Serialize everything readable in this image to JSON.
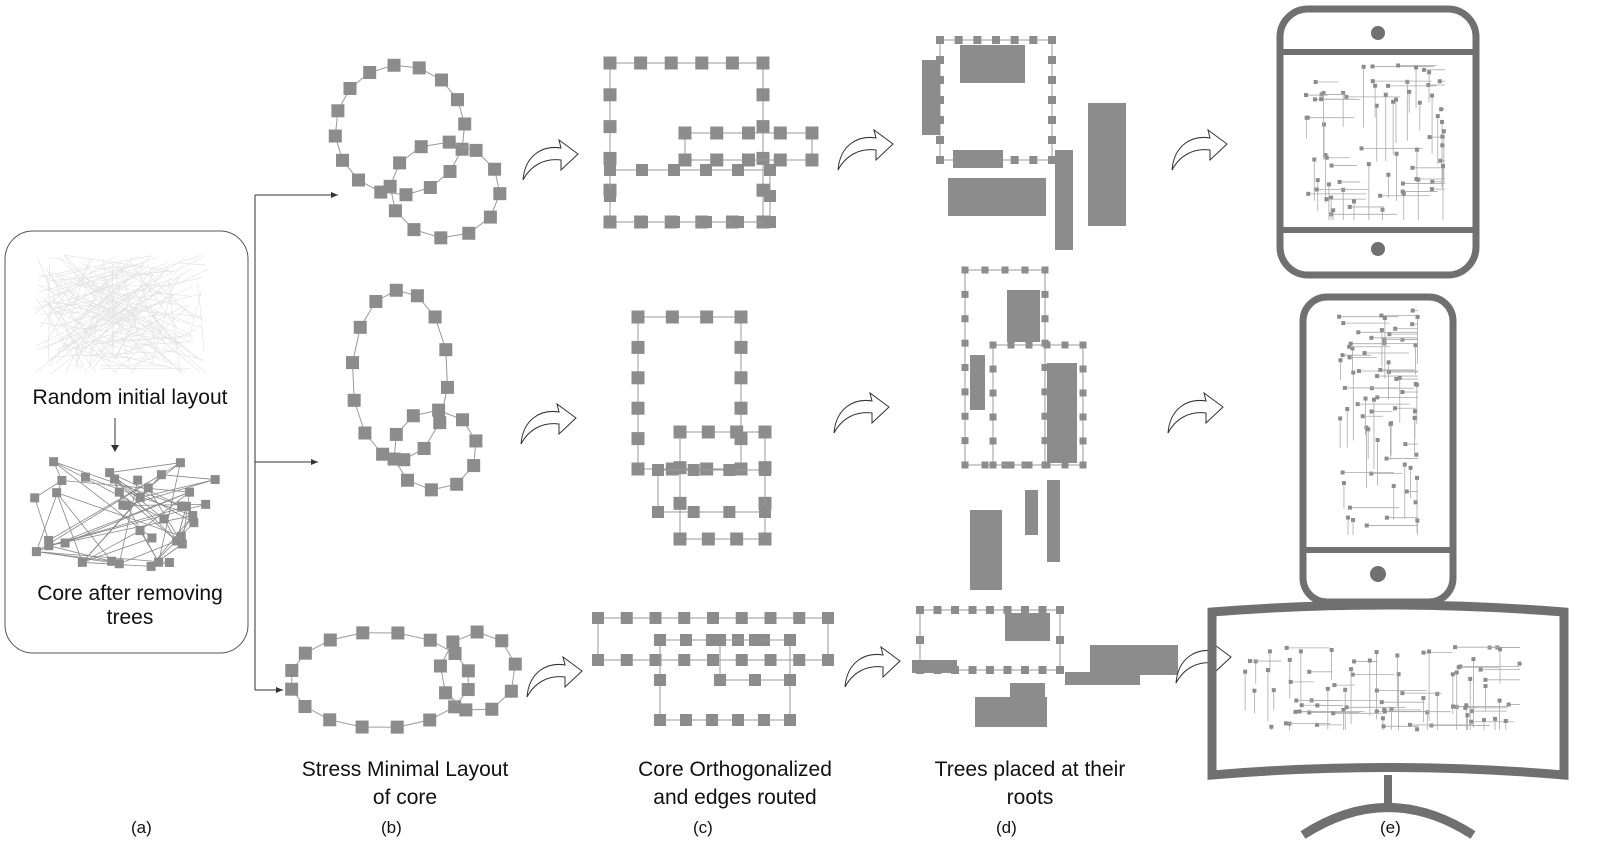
{
  "panel_a": {
    "random_label": "Random initial layout",
    "core_label_line1": "Core after removing",
    "core_label_line2": "trees"
  },
  "captions": {
    "b_line1": "Stress Minimal Layout",
    "b_line2": "of core",
    "c_line1": "Core Orthogonalized",
    "c_line2": "and edges routed",
    "d_line1": "Trees placed at their",
    "d_line2": "roots"
  },
  "sublabels": [
    "(a)",
    "(b)",
    "(c)",
    "(d)",
    "(e)"
  ],
  "colors": {
    "node": "#8c8c8c",
    "edge": "#9a9a9a",
    "device": "#707070"
  }
}
